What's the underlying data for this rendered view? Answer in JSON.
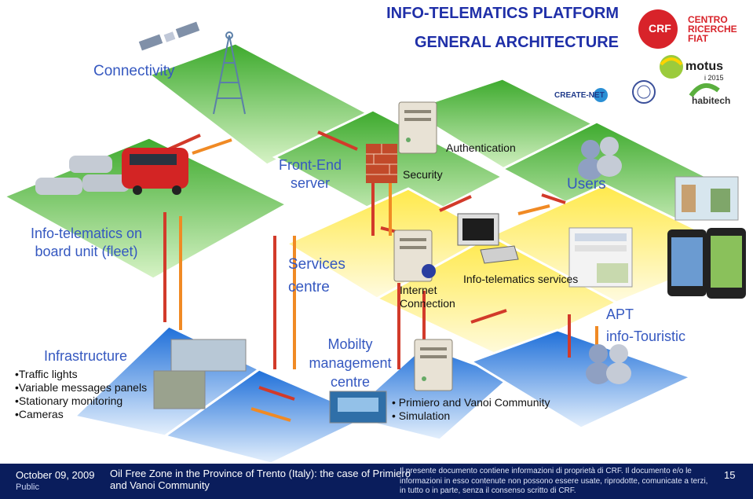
{
  "header": {
    "title_line1": "INFO-TELEMATICS PLATFORM",
    "title_line2": "GENERAL ARCHITECTURE"
  },
  "logos": {
    "crf_mark": "CRF",
    "crf_text": [
      "CENTRO",
      "RICERCHE",
      "FIAT"
    ],
    "motus": "motus",
    "motus_year": "i 2015",
    "create_net": "CREATE-NET",
    "habitech": "habitech"
  },
  "layers": {
    "connectivity": "Connectivity",
    "front_end_server": [
      "Front-End",
      "server"
    ],
    "security": "Security",
    "authentication": "Authentication",
    "users": "Users",
    "onboard_unit": [
      "Info-telematics on",
      "board unit (fleet)"
    ],
    "services_centre": [
      "Services",
      "centre"
    ],
    "internet_connection": [
      "Internet",
      "Connection"
    ],
    "info_telematics_services": "Info-telematics services",
    "apt": [
      "APT",
      "info-Touristic"
    ],
    "infrastructure_title": "Infrastructure",
    "infrastructure_items": [
      "•Traffic lights",
      "•Variable messages panels",
      "•Stationary monitoring",
      "•Cameras"
    ],
    "mobility_centre": [
      "Mobilty",
      "management",
      "centre"
    ],
    "community_items": [
      "•  Primiero and Vanoi Community",
      "•  Simulation"
    ]
  },
  "footer": {
    "date": "October 09, 2009",
    "classification": "Public",
    "description": [
      "Oil Free Zone in the Province of Trento (Italy): the case of Primiero",
      "and Vanoi Community"
    ],
    "disclaimer": [
      "Il presente  documento contiene informazioni di proprietà di CRF. Il documento e/o le",
      "informazioni in esso contenute non possono essere usate, riprodotte, comunicate a terzi,",
      "in tutto o in parte, senza il consenso scritto di CRF."
    ],
    "page_number": "15"
  },
  "colors": {
    "title_blue": "#1f2fa8",
    "label_blue": "#3558c0",
    "green_layer": "#6cc63a",
    "yellow_layer": "#ffef7a",
    "blue_layer": "#1e88e5",
    "footer_bg": "#0a1d5c",
    "arrow_red": "#d23a2a",
    "arrow_orange": "#f08a24"
  }
}
